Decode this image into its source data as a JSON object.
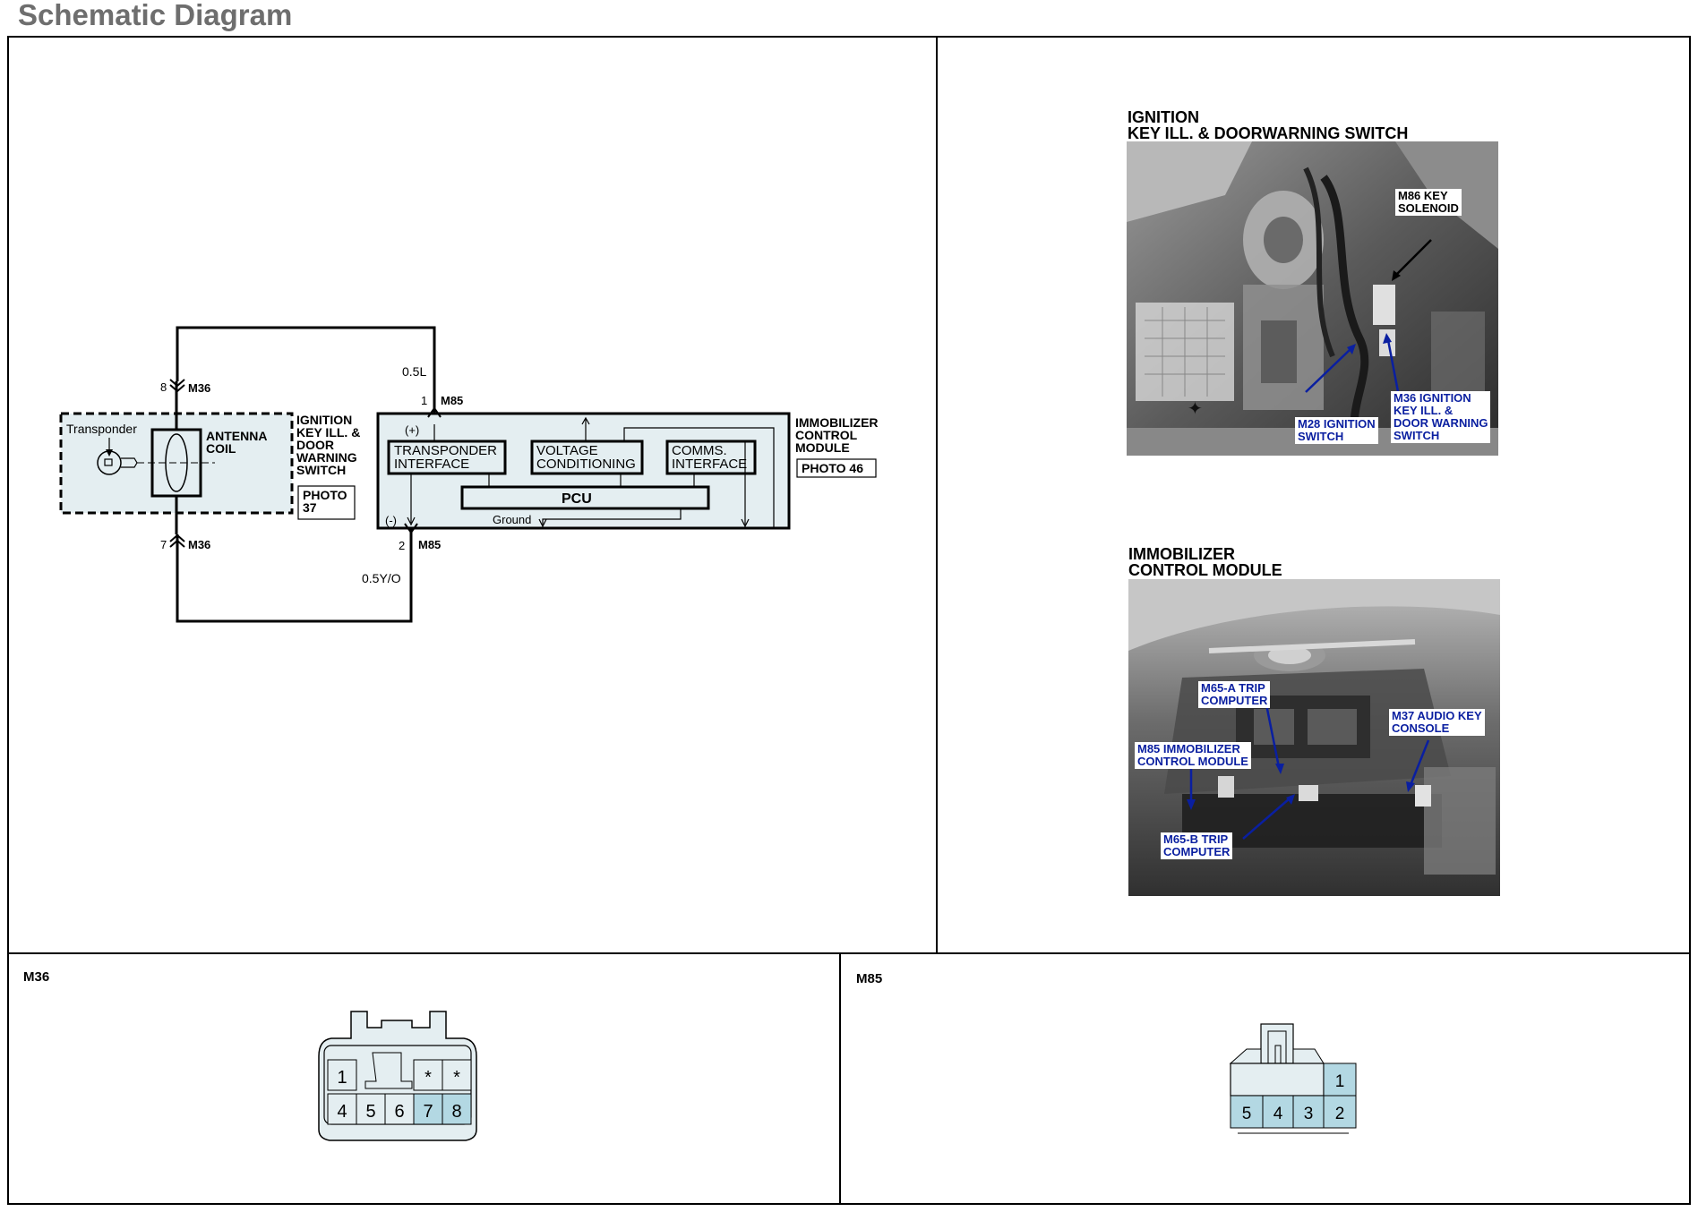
{
  "page": {
    "title": "Schematic Diagram"
  },
  "schematic": {
    "antenna_box": {
      "transponder_label": "Transponder",
      "coil_label": "ANTENNA\nCOIL"
    },
    "switch_label": "IGNITION\nKEY ILL. &\nDOOR\nWARNING\nSWITCH",
    "switch_photo_ref": "PHOTO \n37",
    "module_label": "IMMOBILIZER\nCONTROL\nMODULE",
    "module_photo_ref": "PHOTO 46",
    "blocks": {
      "transponder_interface": "TRANSPONDER\nINTERFACE",
      "voltage_conditioning": "VOLTAGE\nCONDITIONING",
      "comms_interface": "COMMS.\nINTERFACE",
      "pcu": "PCU",
      "ground": "Ground"
    },
    "pins": {
      "m36_top_pin": "8",
      "m36_top_conn": "M36",
      "m36_bottom_pin": "7",
      "m36_bottom_conn": "M36",
      "m85_top_pin": "1",
      "m85_top_conn": "M85",
      "m85_bottom_pin": "2",
      "m85_bottom_conn": "M85",
      "plus": "(+)",
      "minus": "(-)"
    },
    "wires": {
      "top": "0.5L",
      "bottom": "0.5Y/O"
    }
  },
  "photo1": {
    "heading": "IGNITION\nKEY ILL. & DOORWARNING SWITCH",
    "callouts": {
      "key_solenoid": "M86 KEY\nSOLENOID",
      "ignition_switch": "M28 IGNITION\nSWITCH",
      "key_ill_switch": "M36 IGNITION\nKEY ILL. &\nDOOR WARNING\nSWITCH"
    }
  },
  "photo2": {
    "heading": "IMMOBILIZER\nCONTROL MODULE",
    "callouts": {
      "trip_a": "M65-A TRIP\nCOMPUTER",
      "audio_key": "M37 AUDIO KEY\nCONSOLE",
      "immobilizer": "M85 IMMOBILIZER\nCONTROL MODULE",
      "trip_b": "M65-B TRIP\nCOMPUTER"
    }
  },
  "connectors": {
    "m36": {
      "title": "M36",
      "top_row": [
        "1",
        "",
        "",
        "*",
        "*"
      ],
      "bottom_row": [
        "4",
        "5",
        "6",
        "7",
        "8"
      ]
    },
    "m85": {
      "title": "M85",
      "top_row": [
        "1"
      ],
      "bottom_row": [
        "5",
        "4",
        "3",
        "2"
      ]
    }
  },
  "colors": {
    "fill_light": "#e4eef1",
    "fill_blue": "#b3d8e3",
    "callout_blue": "#0a1fa0",
    "title_gray": "#6e6e6e"
  }
}
